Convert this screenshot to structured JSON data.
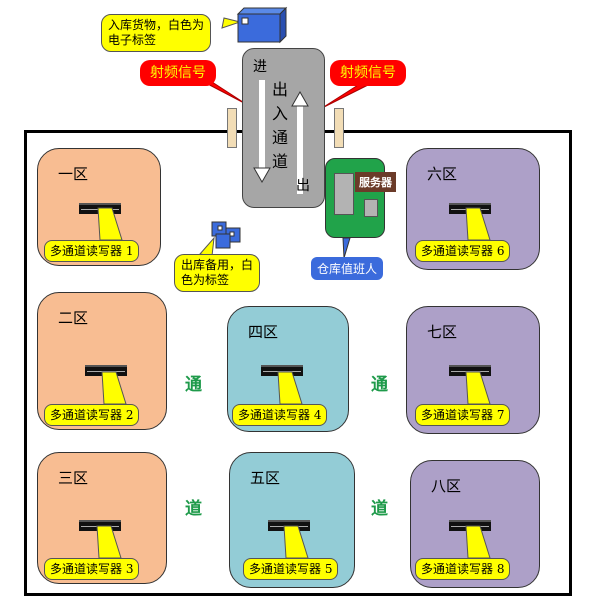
{
  "zones": [
    {
      "id": "zone-1",
      "name": "一区",
      "reader": "多通道读写器 1",
      "theme": "orange"
    },
    {
      "id": "zone-2",
      "name": "二区",
      "reader": "多通道读写器 2",
      "theme": "orange"
    },
    {
      "id": "zone-3",
      "name": "三区",
      "reader": "多通道读写器 3",
      "theme": "orange"
    },
    {
      "id": "zone-4",
      "name": "四区",
      "reader": "多通道读写器 4",
      "theme": "blue"
    },
    {
      "id": "zone-5",
      "name": "五区",
      "reader": "多通道读写器 5",
      "theme": "blue"
    },
    {
      "id": "zone-6",
      "name": "六区",
      "reader": "多通道读写器 6",
      "theme": "purple"
    },
    {
      "id": "zone-7",
      "name": "七区",
      "reader": "多通道读写器 7",
      "theme": "purple"
    },
    {
      "id": "zone-8",
      "name": "八区",
      "reader": "多通道读写器 8",
      "theme": "purple"
    }
  ],
  "aisle": {
    "char1": "通",
    "char2": "道"
  },
  "door": {
    "in_label": "进",
    "out_label": "出",
    "title": "出入通道"
  },
  "rf_signal": "射频信号",
  "inbound_note": {
    "line1": "入库货物，白色为",
    "line2": "电子标签"
  },
  "outbound_note": {
    "line1": "出库备用，白",
    "line2": "色为标签"
  },
  "server": "服务器",
  "duty": "仓库值班人",
  "colors": {
    "orange": "#f8bd92",
    "blue": "#93ccd6",
    "purple": "#ada0c8",
    "callout": "#ffff00",
    "aisle": "#1e9a4a",
    "rf": "#ff0000"
  }
}
